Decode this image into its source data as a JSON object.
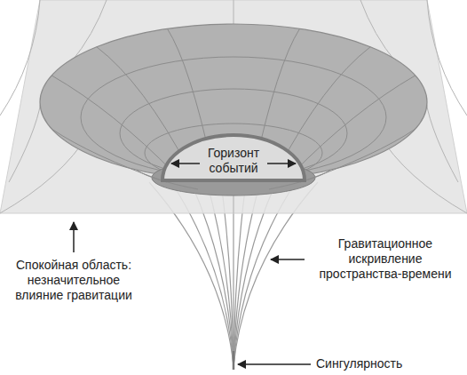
{
  "diagram": {
    "nodes": [
      {
        "text": [
          "Горизонт событий"
        ]
      }
    ],
    "edges": [],
    "labels": [
      "Спокойная область: незначительное влияние гравитации",
      "Гравитационное искривление пространства-времени",
      "Сингулярность"
    ]
  }
}
